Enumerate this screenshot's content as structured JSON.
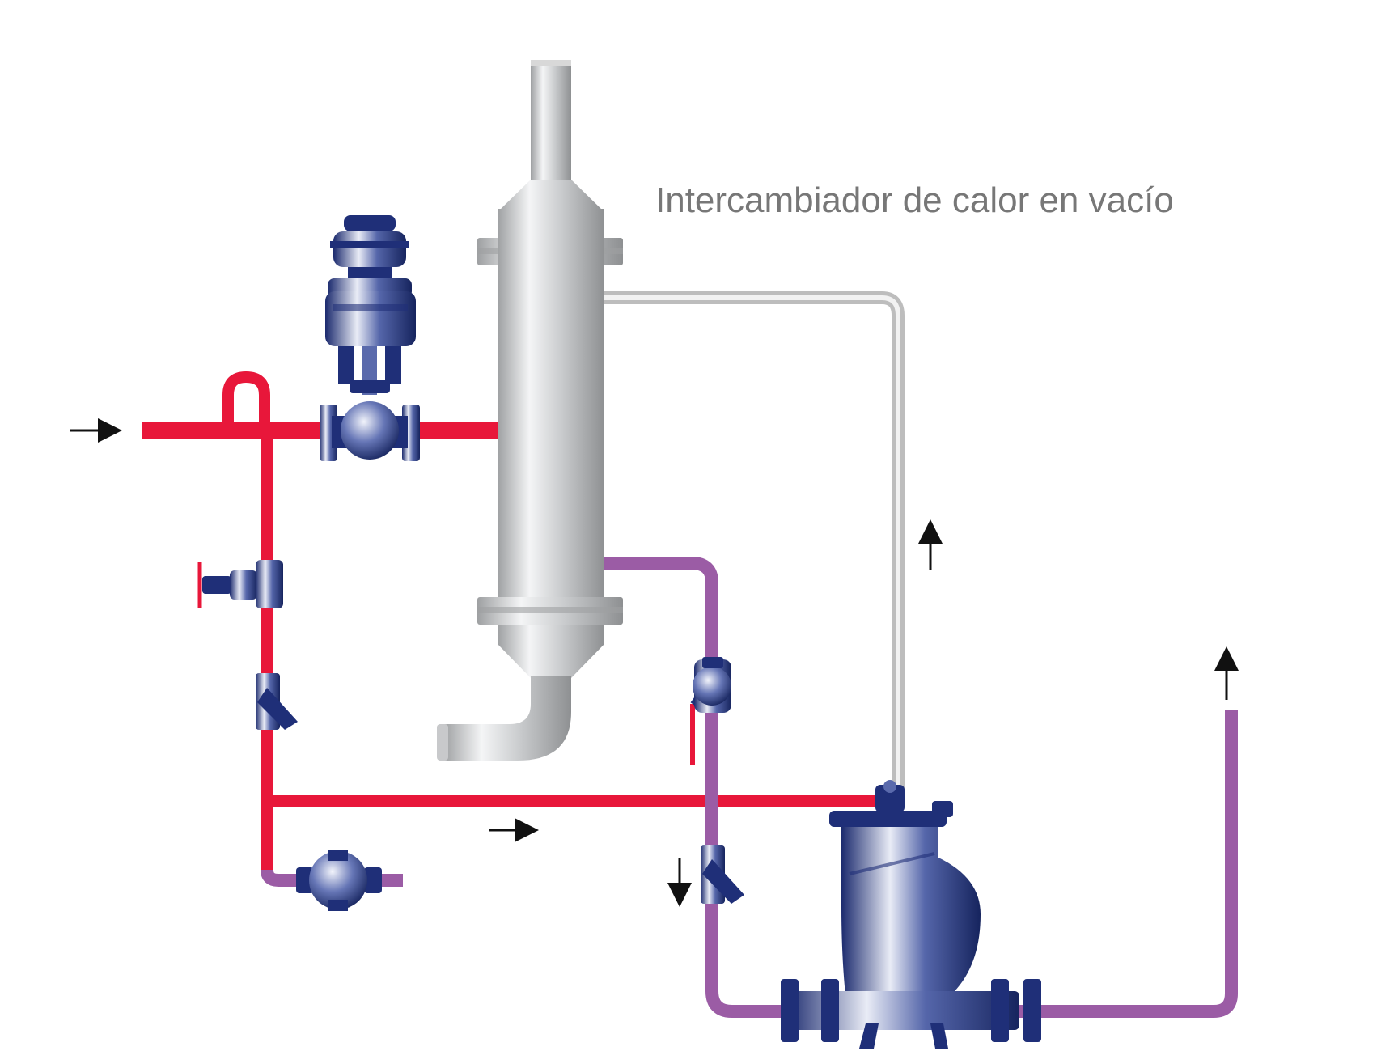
{
  "diagram": {
    "caption": "Intercambiador de calor en vacío",
    "colors": {
      "steam": "#e8173a",
      "condensate": "#9b5ca5",
      "vent": "#c8c8c8",
      "equipment": "#1f2f78",
      "shell": "#c0c2c4",
      "arrow": "#111111"
    },
    "components": {
      "heat_exchanger": "vacuum-heat-exchanger",
      "control_valve": "pneumatic-control-valve",
      "condensate_pump": "pressure-powered-pump",
      "stop_valve": "stop-valve",
      "strainers": "y-strainer",
      "steam_traps": "steam-trap",
      "float_trap": "ball-float-trap",
      "check_valve": "check-valve"
    }
  }
}
